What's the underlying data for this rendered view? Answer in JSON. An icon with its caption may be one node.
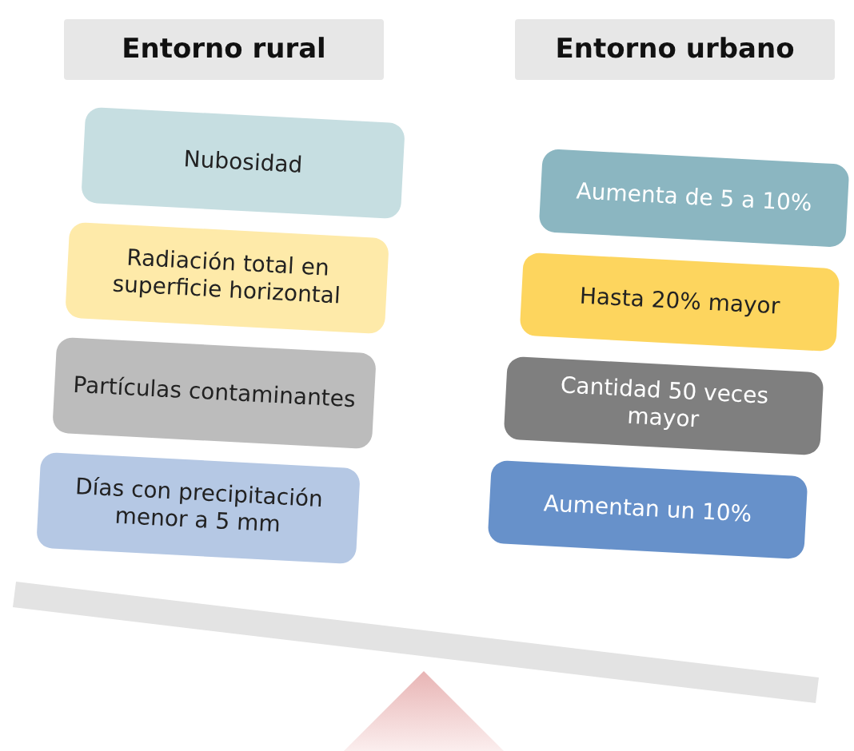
{
  "diagram": {
    "nodes": [
      {
        "text": [
          "Entorno rural"
        ]
      },
      {
        "text": [
          "Entorno urbano"
        ]
      },
      {
        "text": [
          "Nubosidad"
        ]
      },
      {
        "text": [
          "Radiación total en superficie horizontal"
        ]
      },
      {
        "text": [
          "Partículas contaminantes"
        ]
      },
      {
        "text": [
          "Días con precipitación menor a 5 mm"
        ]
      },
      {
        "text": [
          "Aumenta de 5 a 10%"
        ]
      },
      {
        "text": [
          "Hasta 20% mayor"
        ]
      },
      {
        "text": [
          "Cantidad 50 veces mayor"
        ]
      },
      {
        "text": [
          "Aumentan un 10%"
        ]
      }
    ],
    "edges": []
  }
}
